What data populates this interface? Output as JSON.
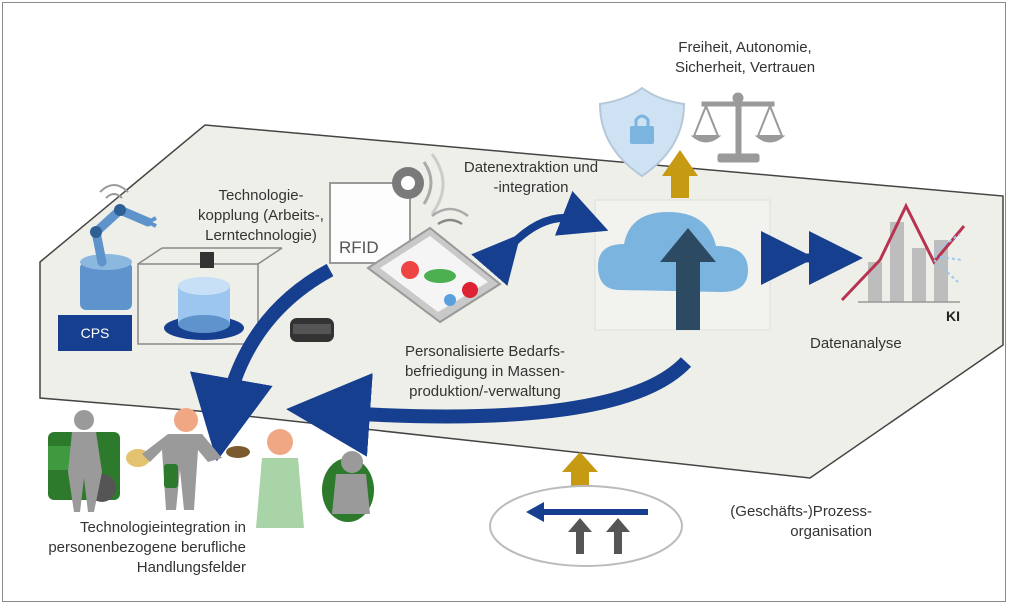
{
  "labels": {
    "values_line1": "Freiheit, Autonomie,",
    "values_line2": "Sicherheit, Vertrauen",
    "extraction_line1": "Datenextraktion und",
    "extraction_line2": "-integration",
    "coupling_line1": "Technologie-",
    "coupling_line2": "kopplung (Arbeits-,",
    "coupling_line3": "Lerntechnologie)",
    "cps": "CPS",
    "rfid": "RFID",
    "ki": "KI",
    "analysis": "Datenanalyse",
    "personal_line1": "Personalisierte Bedarfs-",
    "personal_line2": "befriedigung in Massen-",
    "personal_line3": "produktion/-verwaltung",
    "integration_line1": "Technologieintegration in",
    "integration_line2": "personenbezogene berufliche",
    "integration_line3": "Handlungsfelder",
    "process_line1": "(Geschäfts-)Prozess-",
    "process_line2": "organisation"
  },
  "colors": {
    "plane": "#efefe9",
    "arrow_blue": "#173f8f",
    "arrow_gold": "#c79a14",
    "cloud": "#7cb4e0",
    "cloud_arrow": "#2c4b63",
    "chart_line": "#b8334f",
    "figure_gray": "#9a9a9a",
    "figure_green": "#2d7a2d"
  },
  "icons": [
    "robot-arm-icon",
    "3d-printer-icon",
    "vr-glasses-icon",
    "rfid-tag-icon",
    "tablet-icon",
    "cloud-upload-icon",
    "shield-lock-icon",
    "scales-icon",
    "bar-chart-icon",
    "people-icon"
  ]
}
